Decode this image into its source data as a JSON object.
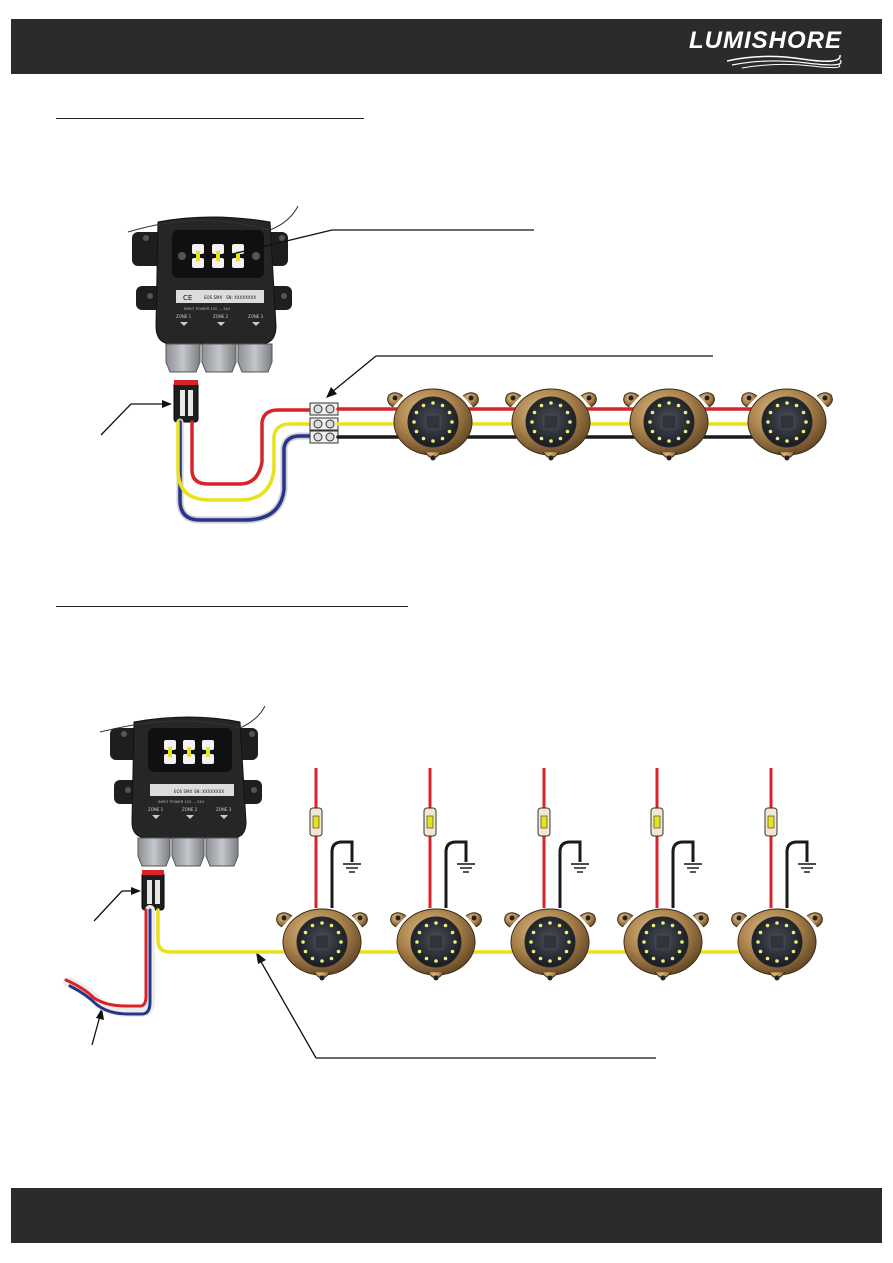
{
  "header": {
    "brand": "LUMISHORE"
  },
  "diagram1": {
    "controller_badge": "EOS SMX",
    "controller_serial": "SN: XXXXXXXX",
    "controller_input_label": "INPUT POWER 12V ... 24V",
    "zones": [
      "ZONE 1",
      "ZONE 2",
      "ZONE 3"
    ],
    "light_count": 4
  },
  "diagram2": {
    "controller_badge": "EOS SMX",
    "controller_serial": "SN: XXXXXXXX",
    "controller_input_label": "INPUT POWER 12V ... 24V",
    "zones": [
      "ZONE 1",
      "ZONE 2",
      "ZONE 3"
    ],
    "light_count": 5
  },
  "colors": {
    "wire_red": "#d8232a",
    "wire_yellow": "#e8e21a",
    "wire_blue": "#27348b",
    "wire_black": "#1a1a1a",
    "bronze": "#a8804a",
    "led": "#e9f07a",
    "bar": "#2b2b2b"
  }
}
